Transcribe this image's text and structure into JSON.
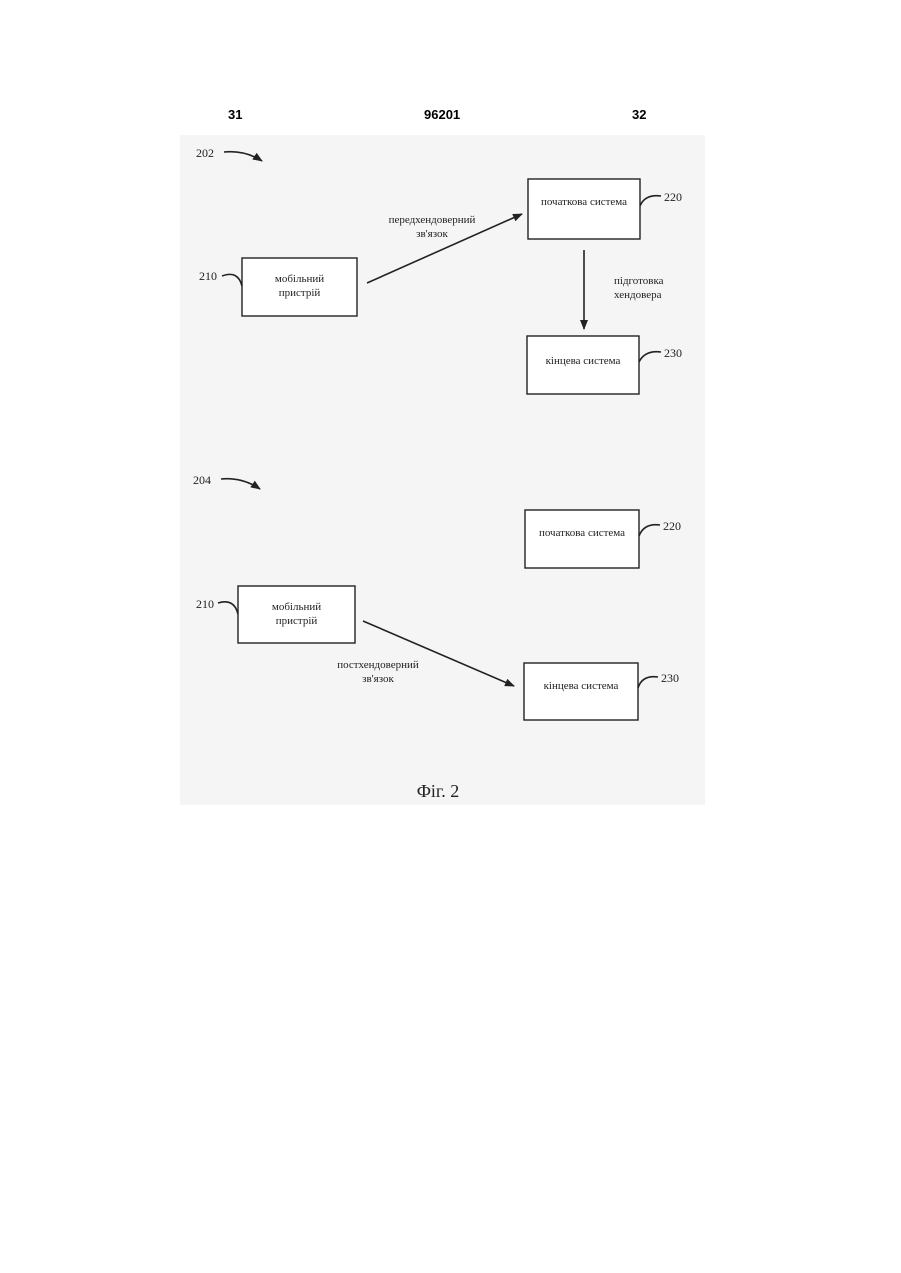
{
  "header": {
    "left_page": "31",
    "patent_number": "96201",
    "right_page": "32"
  },
  "figure": {
    "caption": "Фіг. 2",
    "top": {
      "ref": "202",
      "mobile": {
        "line1": "мобільний",
        "line2": "пристрій",
        "ref": "210"
      },
      "source": {
        "label": "початкова система",
        "ref": "220"
      },
      "target": {
        "label": "кінцева система",
        "ref": "230"
      },
      "link": {
        "line1": "передхендоверний",
        "line2": "зв'язок"
      },
      "prep": {
        "line1": "підготовка",
        "line2": "хендовера"
      }
    },
    "bottom": {
      "ref": "204",
      "mobile": {
        "line1": "мобільний",
        "line2": "пристрій",
        "ref": "210"
      },
      "source": {
        "label": "початкова система",
        "ref": "220"
      },
      "target": {
        "label": "кінцева система",
        "ref": "230"
      },
      "link": {
        "line1": "постхендоверний",
        "line2": "зв'язок"
      }
    }
  }
}
